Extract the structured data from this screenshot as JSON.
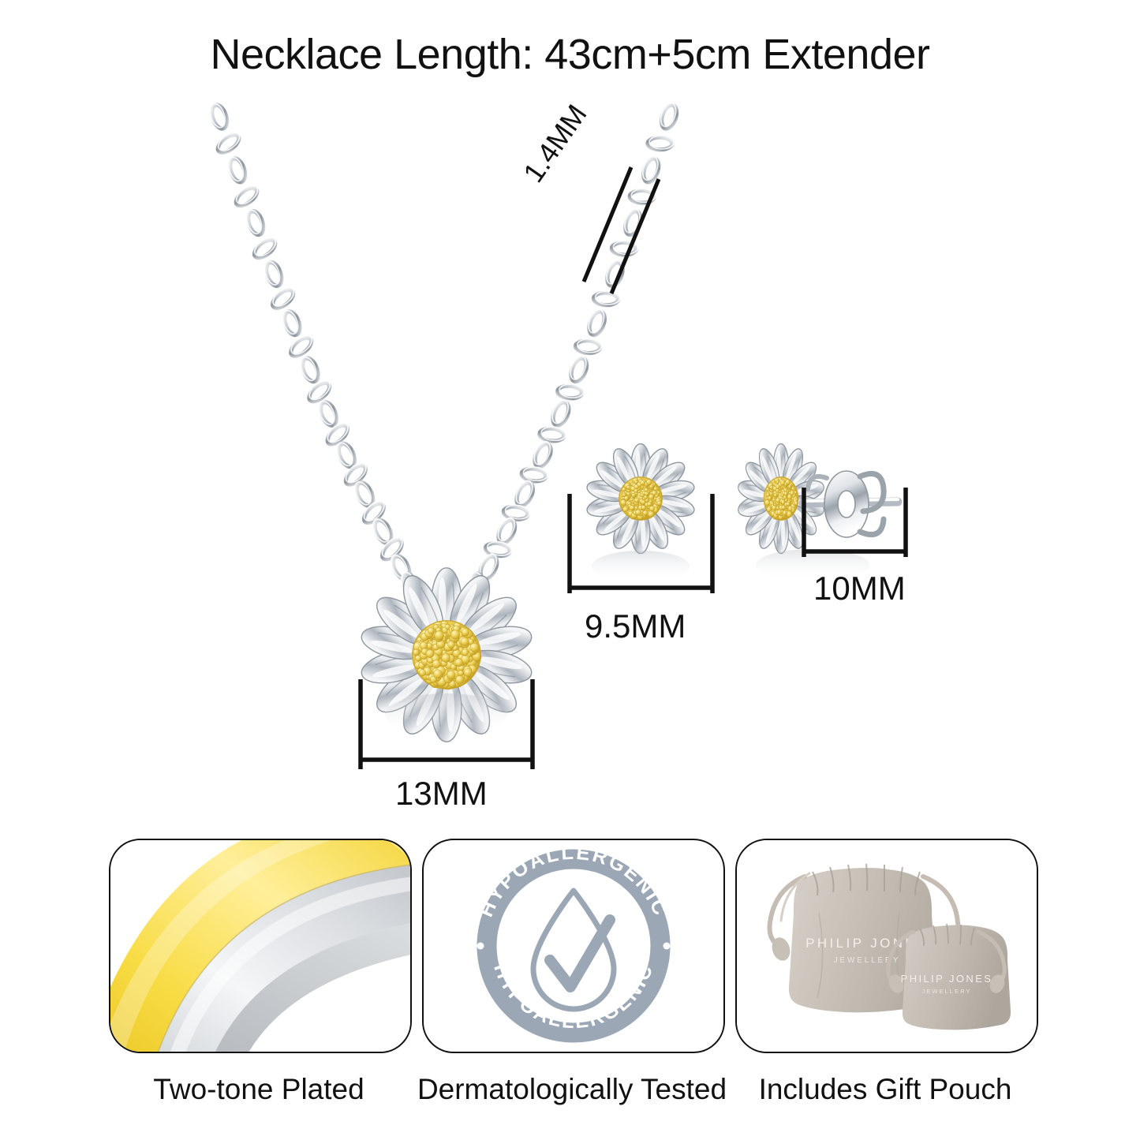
{
  "header": {
    "title": "Necklace Length: 43cm+5cm Extender"
  },
  "product": {
    "type": "daisy-flower-jewellery-set",
    "metal_tones": [
      "silver",
      "gold"
    ],
    "accent_gold": "#e9c84a",
    "accent_silver": "#c9ced4"
  },
  "dimensions": {
    "chain_width": "1.4MM",
    "pendant_width": "13MM",
    "earring_width": "9.5MM",
    "earring_depth": "10MM"
  },
  "features": [
    {
      "id": "two-tone",
      "caption": "Two-tone Plated",
      "icon": "two-tone-band-icon"
    },
    {
      "id": "hypoallergenic",
      "caption": "Dermatologically Tested",
      "icon": "hypoallergenic-badge-icon",
      "badge_text_top": "HYPOALLERGENIC",
      "badge_text_bottom": "HYPOALLERGENIC",
      "badge_color": "#9ba7b4"
    },
    {
      "id": "gift-pouch",
      "caption": "Includes Gift Pouch",
      "icon": "gift-pouch-icon",
      "pouch_brand": "PHILIP JONES",
      "pouch_subbrand": "JEWELLERY",
      "pouch_color": "#cdc7bf"
    }
  ]
}
